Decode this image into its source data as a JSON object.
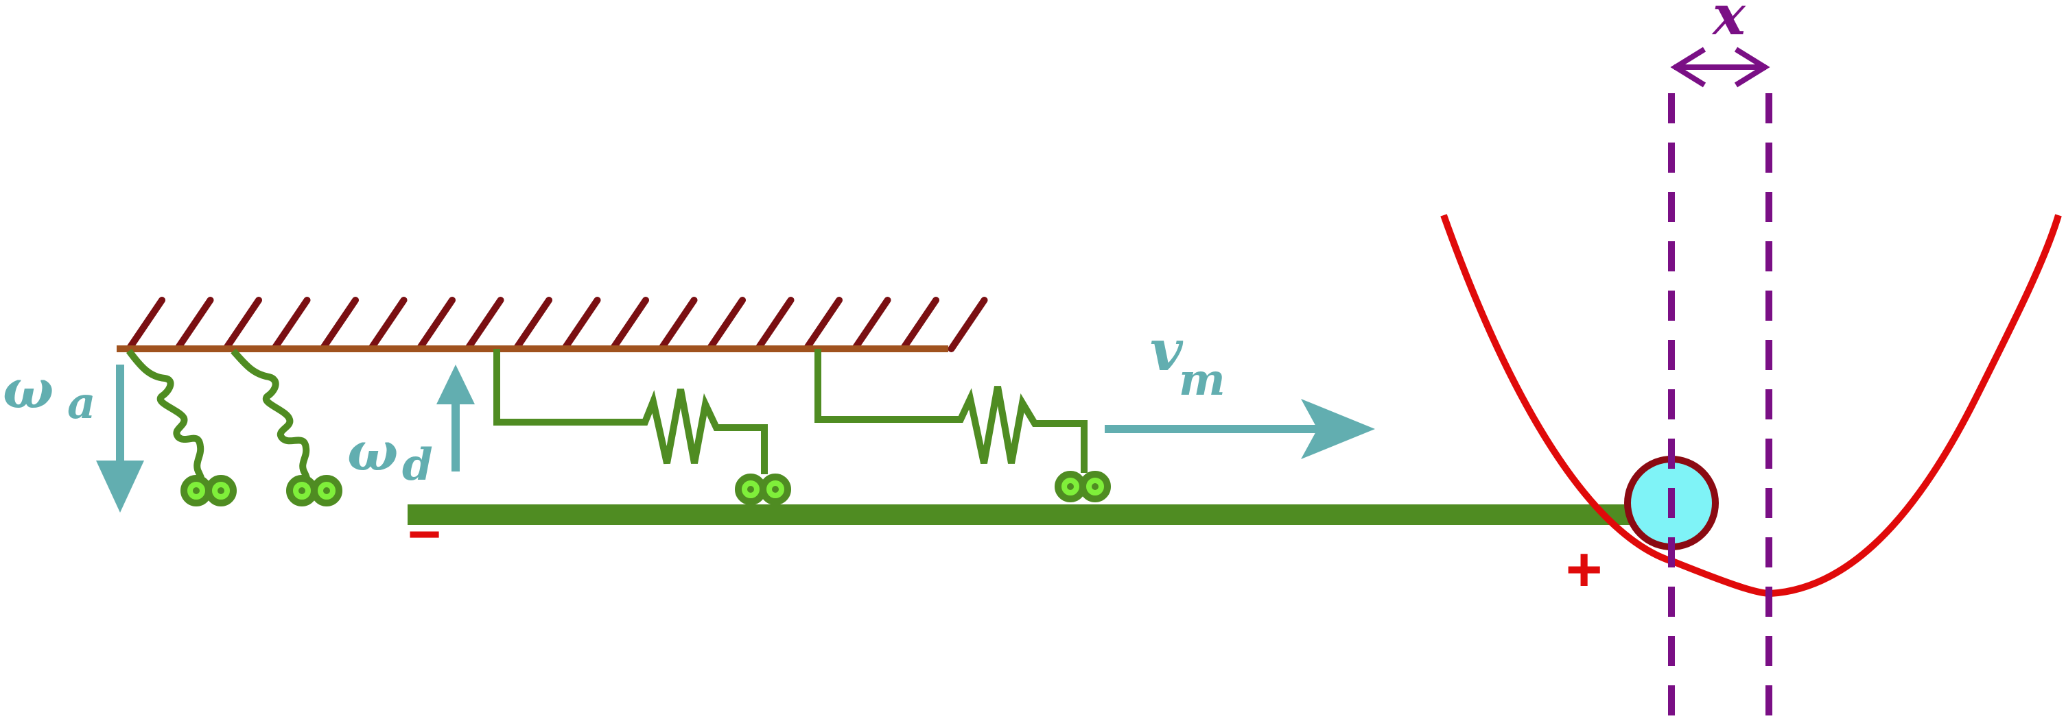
{
  "labels": {
    "omega": "ω",
    "a_sub": "a",
    "d_sub": "d",
    "v": "v",
    "m_sub": "m",
    "minus": "−",
    "plus": "+",
    "x": "x"
  },
  "colors": {
    "rail": "#a0521e",
    "hatch": "#7a0f12",
    "link_green": "#4f8c22",
    "node_fill": "#7fef3a",
    "arrow_teal": "#62aeb0",
    "filament": "#4f8c22",
    "potential": "#e00a0a",
    "bead_fill": "#7ff3f7",
    "bead_stroke": "#8b0a12",
    "guides": "#7a0f85",
    "sign_red": "#e00a0a"
  },
  "diagram": {
    "elements": [
      "top-rail",
      "rail-hatching",
      "attached-linkers",
      "detached-motors",
      "filament",
      "velocity-arrow",
      "potential-well",
      "bead",
      "displacement-guides"
    ]
  }
}
